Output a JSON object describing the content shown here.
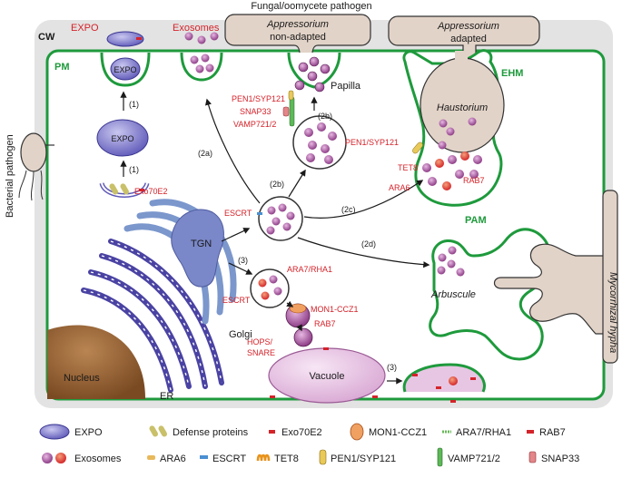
{
  "labels": {
    "title_top": "Fungal/oomycete pathogen",
    "cw": "CW",
    "pm": "PM",
    "expo_top": "EXPO",
    "exosomes_top": "Exosomes",
    "appressorium_non_1": "Appressorium",
    "appressorium_non_2": "non-adapted",
    "appressorium_ad_1": "Appressorium",
    "appressorium_ad_2": "adapted",
    "papilla": "Papilla",
    "ehm": "EHM",
    "haustorium": "Haustorium",
    "bacterial": "Bacterial pathogen",
    "expo_inner1": "EXPO",
    "expo_inner2": "EXPO",
    "step1a": "(1)",
    "step1b": "(1)",
    "exo70e2": "Exo70E2",
    "pen1_a": "PEN1/SYP121",
    "snap33": "SNAP33",
    "vamp": "VAMP721/2",
    "step2b_top": "(2b)",
    "step2a": "(2a)",
    "step2b": "(2b)",
    "escrt_a": "ESCRT",
    "step2c": "(2c)",
    "step2d": "(2d)",
    "pen1_b": "PEN1/SYP121",
    "tet8": "TET8",
    "ara6": "ARA6",
    "rab7_a": "RAB7",
    "pam": "PAM",
    "mycorrhizal": "Mycorrhizal hypha",
    "arbuscule": "Arbuscule",
    "tgn": "TGN",
    "step3a": "(3)",
    "ara7": "ARA7/RHA1",
    "escrt_b": "ESCRT",
    "mon1": "MON1-CCZ1",
    "rab7_b": "RAB7",
    "hops1": "HOPS/",
    "hops2": "SNARE",
    "golgi": "Golgi",
    "nucleus": "Nucleus",
    "er": "ER",
    "vacuole": "Vacuole",
    "step3b": "(3)"
  },
  "legend": [
    {
      "label": "EXPO",
      "icon": "expo-icon"
    },
    {
      "label": "Defense proteins",
      "icon": "defense-proteins-icon"
    },
    {
      "label": "Exo70E2",
      "icon": "exo70e2-icon"
    },
    {
      "label": "MON1-CCZ1",
      "icon": "mon1-ccz1-icon"
    },
    {
      "label": "ARA7/RHA1",
      "icon": "ara7-rha1-icon"
    },
    {
      "label": "RAB7",
      "icon": "rab7-icon"
    },
    {
      "label": "Exosomes",
      "icon": "exosomes-icon"
    },
    {
      "label": "ARA6",
      "icon": "ara6-icon"
    },
    {
      "label": "ESCRT",
      "icon": "escrt-icon"
    },
    {
      "label": "TET8",
      "icon": "tet8-icon"
    },
    {
      "label": "PEN1/SYP121",
      "icon": "pen1-syp121-icon"
    },
    {
      "label": "VAMP721/2",
      "icon": "vamp721-icon"
    },
    {
      "label": "SNAP33",
      "icon": "snap33-icon"
    }
  ],
  "colors": {
    "cell_wall": "#e3e3e3",
    "membrane": "#1e9a3c",
    "expo": "#8b86d4",
    "exosome": "#a24a9a",
    "vacuole": "#e7c6e3",
    "pathogen": "#e2d3c8",
    "nucleus": "#8b5a2b",
    "label_red": "#d4232a"
  }
}
